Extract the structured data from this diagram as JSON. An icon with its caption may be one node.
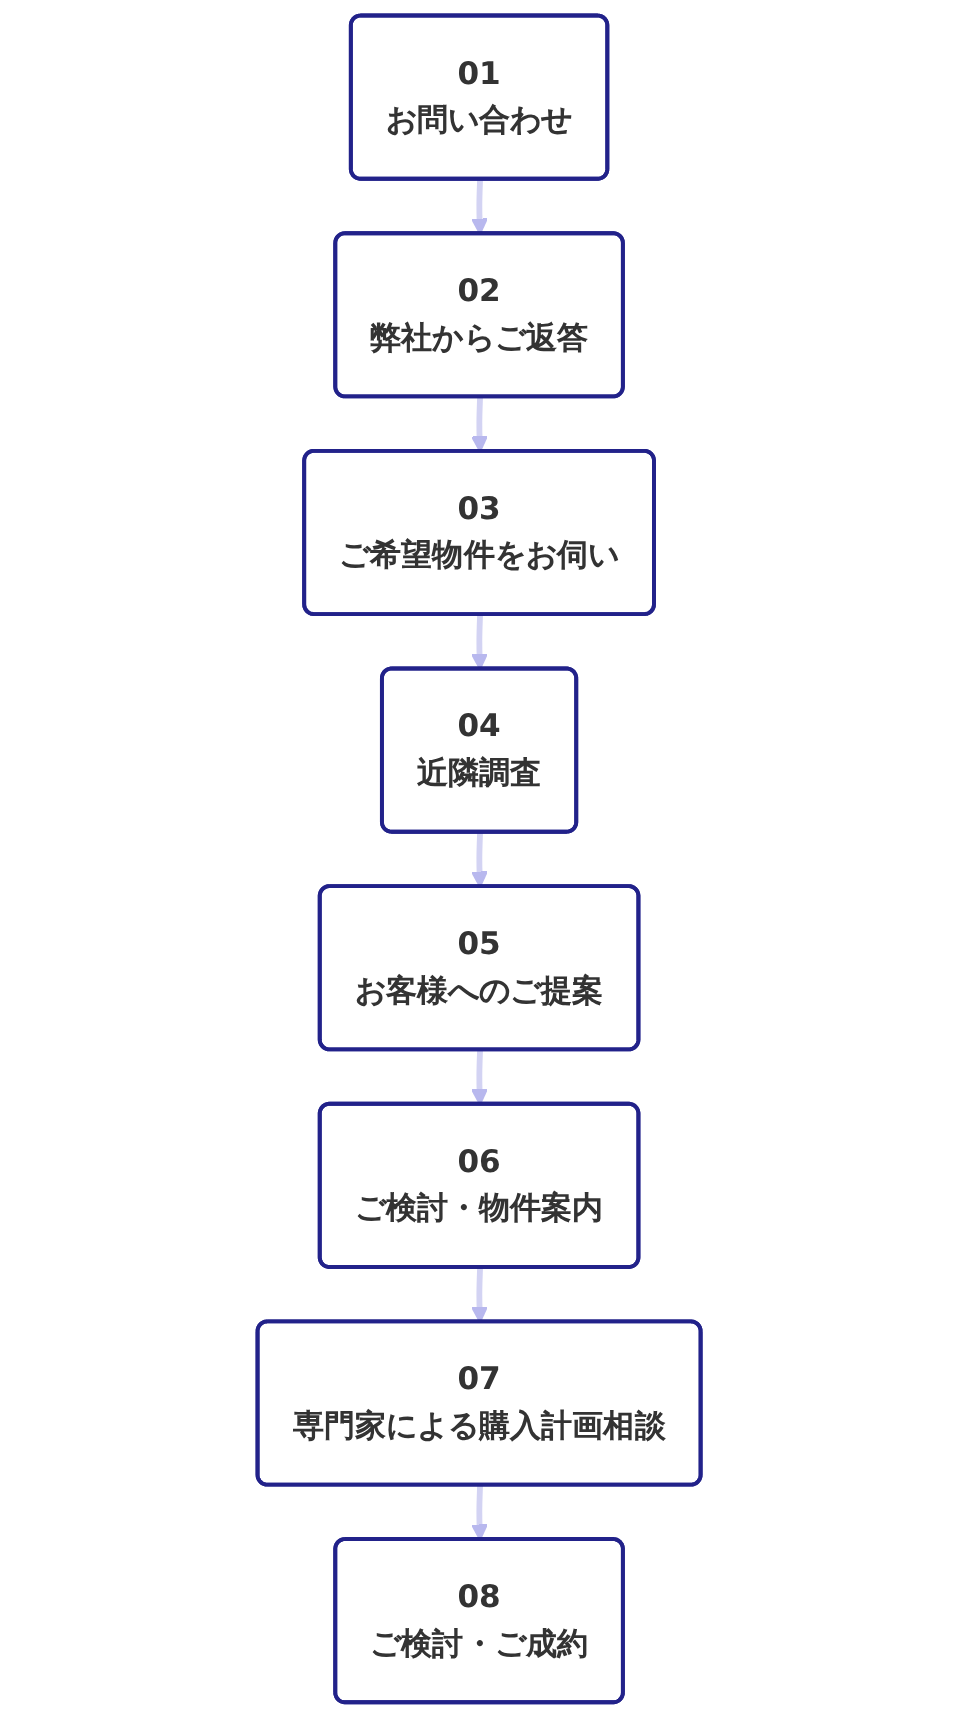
{
  "diagram": {
    "nodes": [
      {
        "text": [
          "01",
          "お問い合わせ"
        ]
      },
      {
        "text": [
          "02",
          "弊社からご返答"
        ]
      },
      {
        "text": [
          "03",
          "ご希望物件をお伺い"
        ]
      },
      {
        "text": [
          "04",
          "近隣調査"
        ]
      },
      {
        "text": [
          "05",
          "お客様へのご提案"
        ]
      },
      {
        "text": [
          "06",
          "ご検討・物件案内"
        ]
      },
      {
        "text": [
          "07",
          "専門家による購入計画相談"
        ]
      },
      {
        "text": [
          "08",
          "ご検討・ご成約"
        ]
      }
    ],
    "edges": [
      {
        "from": 0,
        "to": 1,
        "arrow": "to"
      },
      {
        "from": 1,
        "to": 2,
        "arrow": "to"
      },
      {
        "from": 2,
        "to": 3,
        "arrow": "to"
      },
      {
        "from": 3,
        "to": 4,
        "arrow": "to"
      },
      {
        "from": 4,
        "to": 5,
        "arrow": "to"
      },
      {
        "from": 5,
        "to": 6,
        "arrow": "to"
      },
      {
        "from": 6,
        "to": 7,
        "arrow": "to"
      }
    ]
  }
}
